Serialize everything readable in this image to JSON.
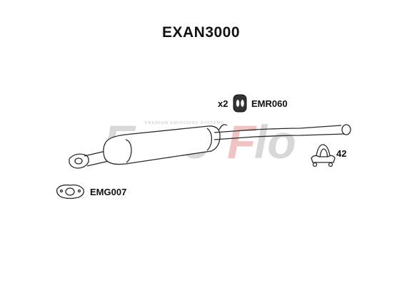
{
  "title": "EXAN3000",
  "watermark": {
    "brand": "EuroFlo",
    "tagline": "PREMIUM EMISSIONS SYSTEMS"
  },
  "callouts": {
    "rubber_hanger": {
      "quantity": "x2",
      "code": "EMR060",
      "icon": "rubber-hanger-icon"
    },
    "clamp": {
      "code": "42",
      "icon": "u-clamp-icon"
    },
    "gasket": {
      "code": "EMG007",
      "icon": "flange-gasket-icon"
    }
  },
  "colors": {
    "line": "#2a2a2a",
    "watermark_grey": "#d6d6d6",
    "watermark_red": "#f2c9c9",
    "part_fill": "#ffffff",
    "hanger_fill": "#333333"
  }
}
